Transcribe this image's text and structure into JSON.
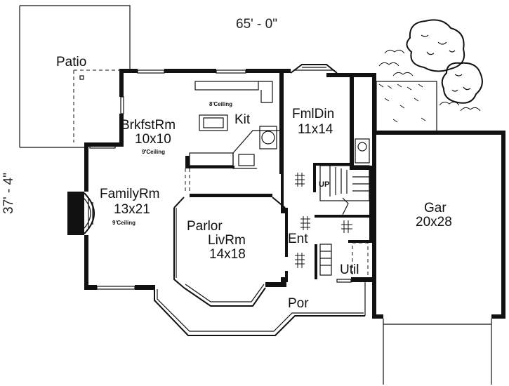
{
  "dimensions": {
    "width_label": "65' - 0\"",
    "depth_label": "37' - 4\""
  },
  "rooms": {
    "patio": {
      "name": "Patio"
    },
    "breakfast": {
      "name": "BrkfstRm",
      "size": "10x10",
      "ceiling": "9'Ceiling"
    },
    "kitchen": {
      "name": "Kit",
      "ceiling": "8'Ceiling"
    },
    "family_dining": {
      "name": "FmlDin",
      "size": "11x14"
    },
    "family_room": {
      "name": "FamilyRm",
      "size": "13x21",
      "ceiling": "9'Ceiling"
    },
    "parlor": {
      "name": "Parlor",
      "name2": "LivRm",
      "size": "14x18"
    },
    "entry": {
      "name": "Ent"
    },
    "stairs": {
      "label": "UP"
    },
    "utility": {
      "name": "Util"
    },
    "garage": {
      "name": "Gar",
      "size": "20x28"
    },
    "porch": {
      "name": "Por"
    }
  }
}
